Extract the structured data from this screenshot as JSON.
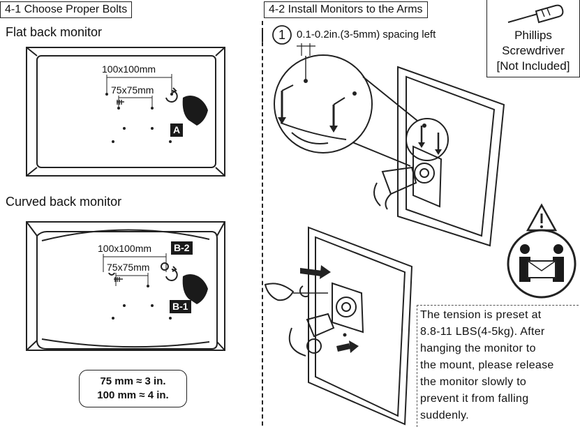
{
  "left": {
    "section_title": "4-1 Choose Proper Bolts",
    "flat": {
      "heading": "Flat back monitor",
      "dim_large": "100x100mm",
      "dim_small": "75x75mm",
      "bolt_label": "A"
    },
    "curved": {
      "heading": "Curved back monitor",
      "dim_large": "100x100mm",
      "dim_small": "75x75mm",
      "bolt_label_top": "B-2",
      "bolt_label_bottom": "B-1"
    },
    "conversion": {
      "line1": "75 mm ≈ 3 in.",
      "line2": "100 mm ≈ 4 in."
    }
  },
  "right": {
    "section_title": "4-2 Install Monitors to the Arms",
    "step_number": "1",
    "spacing_text": "0.1-0.2in.(3-5mm) spacing left",
    "tool": {
      "line1": "Phillips",
      "line2": "Screwdriver",
      "line3": "[Not Included]"
    },
    "warning_icon": "warning-triangle-icon",
    "note": {
      "lines": [
        "The tension is preset at",
        "8.8-11 LBS(4-5kg). After",
        "hanging the monitor to",
        "the mount, please release",
        "the monitor slowly to",
        "prevent it from falling",
        "suddenly."
      ]
    }
  }
}
